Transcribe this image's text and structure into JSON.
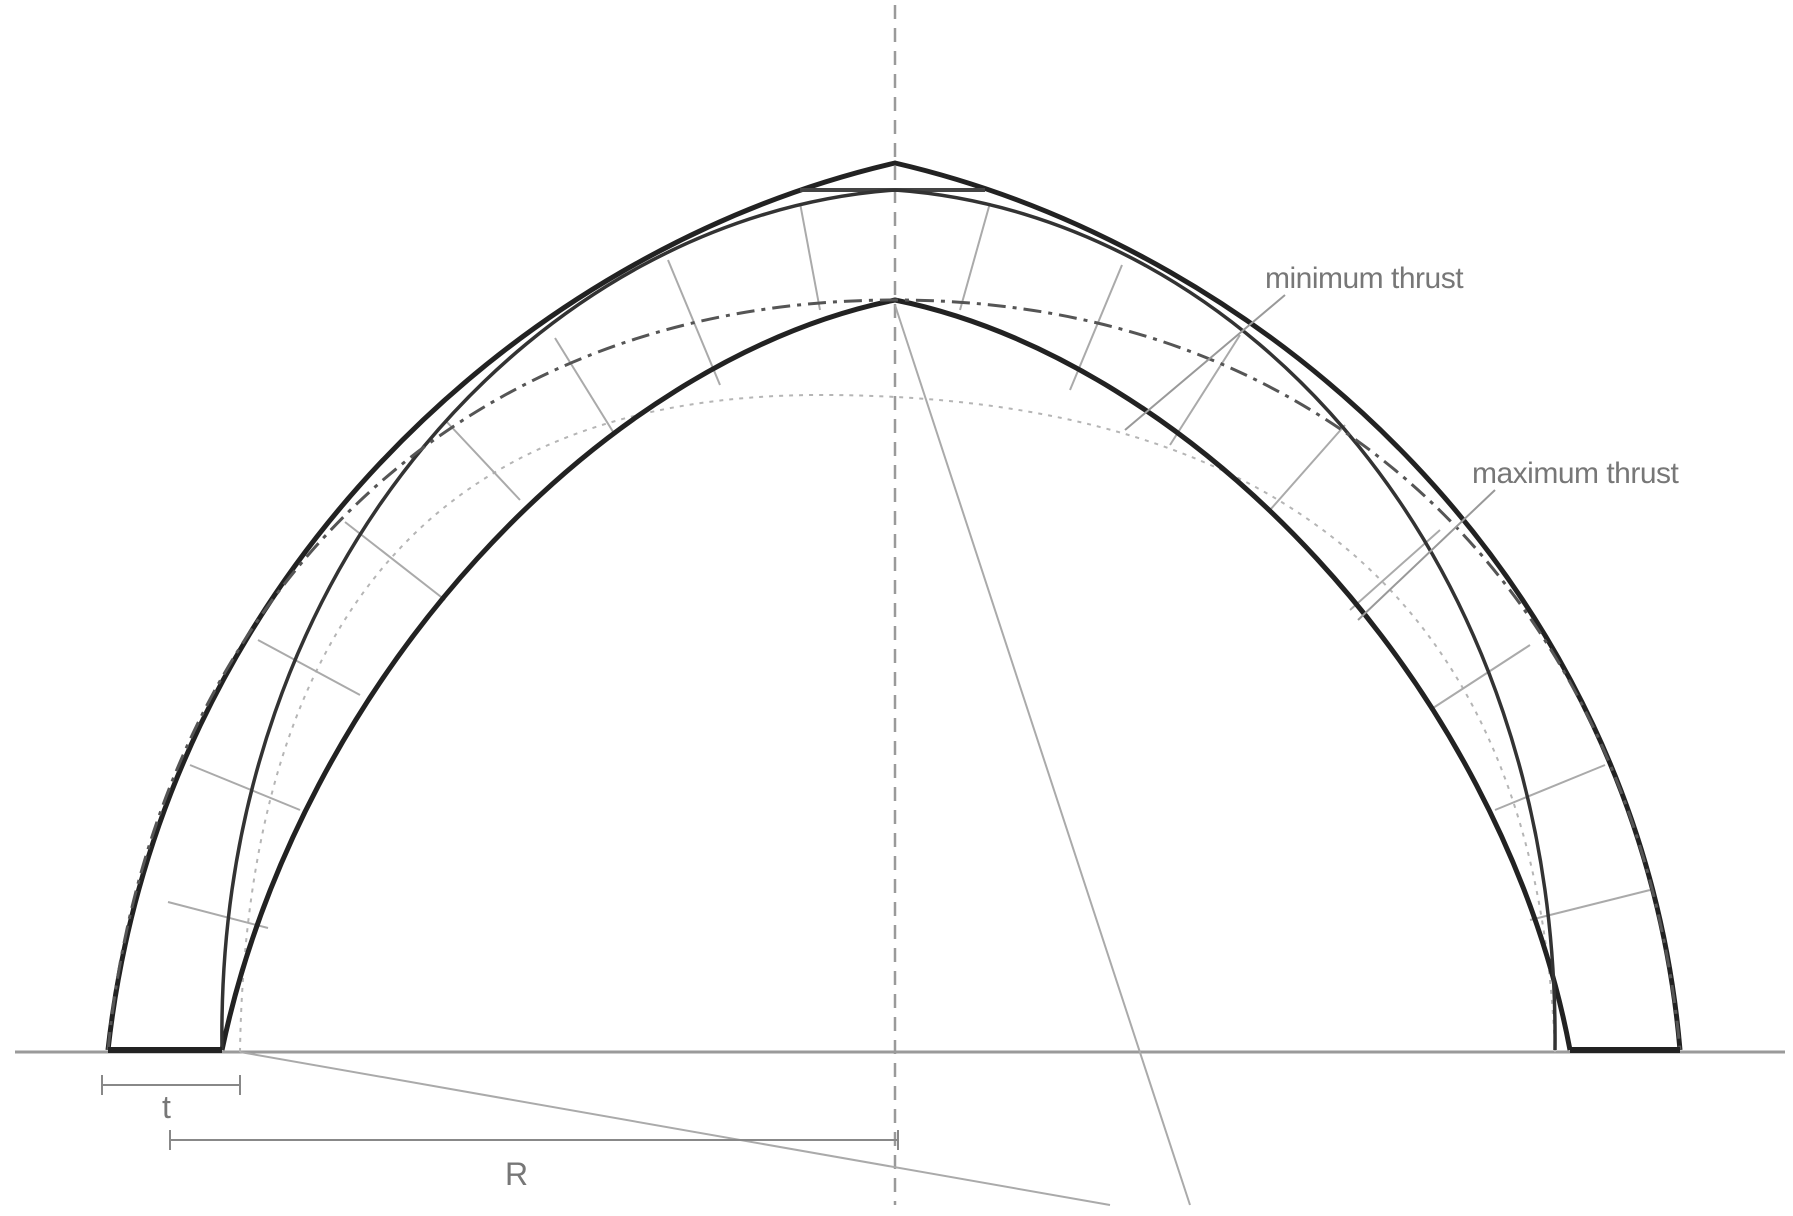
{
  "labels": {
    "minimum_thrust": "minimum thrust",
    "maximum_thrust": "maximum thrust",
    "thickness": "t",
    "radius": "R"
  },
  "colors": {
    "background": "#ffffff",
    "arch_outline": "#222222",
    "guide_lines": "#9a9a9a",
    "thrust_lines": "#444444",
    "annotation_text": "#777777"
  }
}
